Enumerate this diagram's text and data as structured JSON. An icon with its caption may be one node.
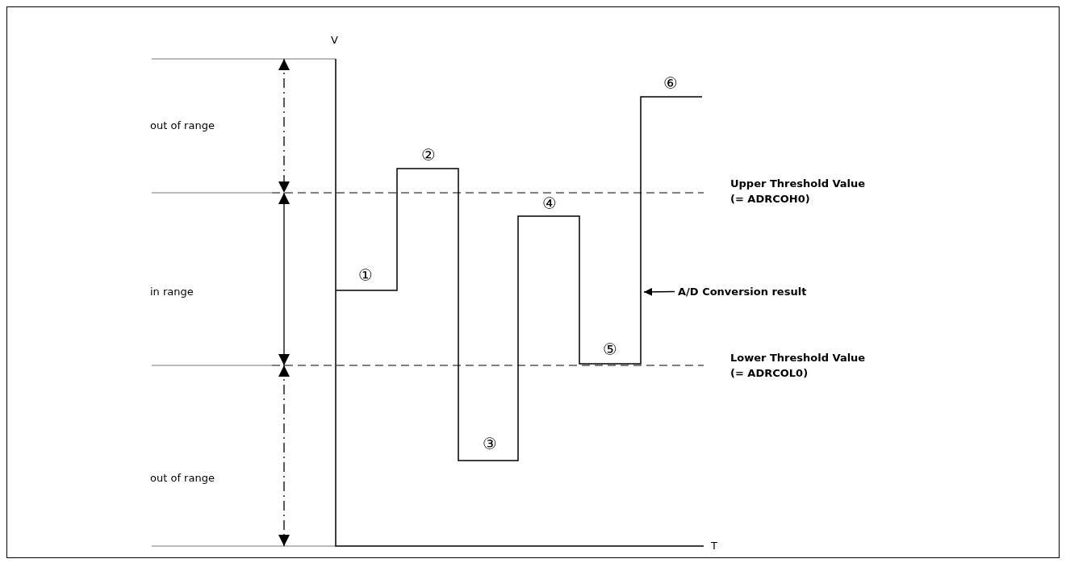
{
  "diagram": {
    "nodes": [
      {
        "text": [
          "A/D Conversion result"
        ]
      },
      {
        "text": [],
        "shape": "picture"
      }
    ],
    "edges": [
      {
        "from": 0,
        "to": 1,
        "arrow": "to"
      }
    ],
    "labels": [
      "V",
      "⑥",
      "out of range",
      "②",
      "Upper Threshold Value (= ADRCOH0)",
      "④",
      "①",
      "in range",
      "⑤",
      "Lower Threshold Value (= ADRCOL0)",
      "③",
      "out of range",
      "T"
    ]
  }
}
